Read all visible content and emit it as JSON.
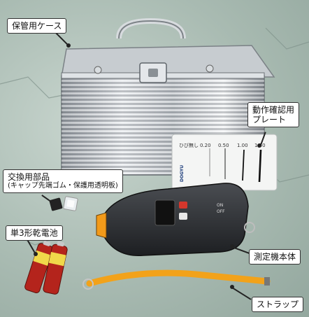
{
  "labels": {
    "case": "保管用ケース",
    "plate_line1": "動作確認用",
    "plate_line2": "プレート",
    "parts_line1": "交換用部品",
    "parts_line2": "(キャップ先端ゴム・保護用透明板)",
    "battery": "単3形乾電池",
    "device": "測定機本体",
    "strap": "ストラップ"
  },
  "plate": {
    "header": "ひび無し",
    "ticks": [
      "0.20",
      "0.50",
      "1.00",
      "1.50"
    ],
    "brand": "DOGYU"
  },
  "device": {
    "button_labels": [
      "ON",
      "OFF"
    ]
  },
  "colors": {
    "background": "#a9bbb2",
    "strap": "#f2a21a",
    "battery": "#b4241c",
    "device_body": "#2b2d30",
    "device_button": "#d4372c"
  }
}
